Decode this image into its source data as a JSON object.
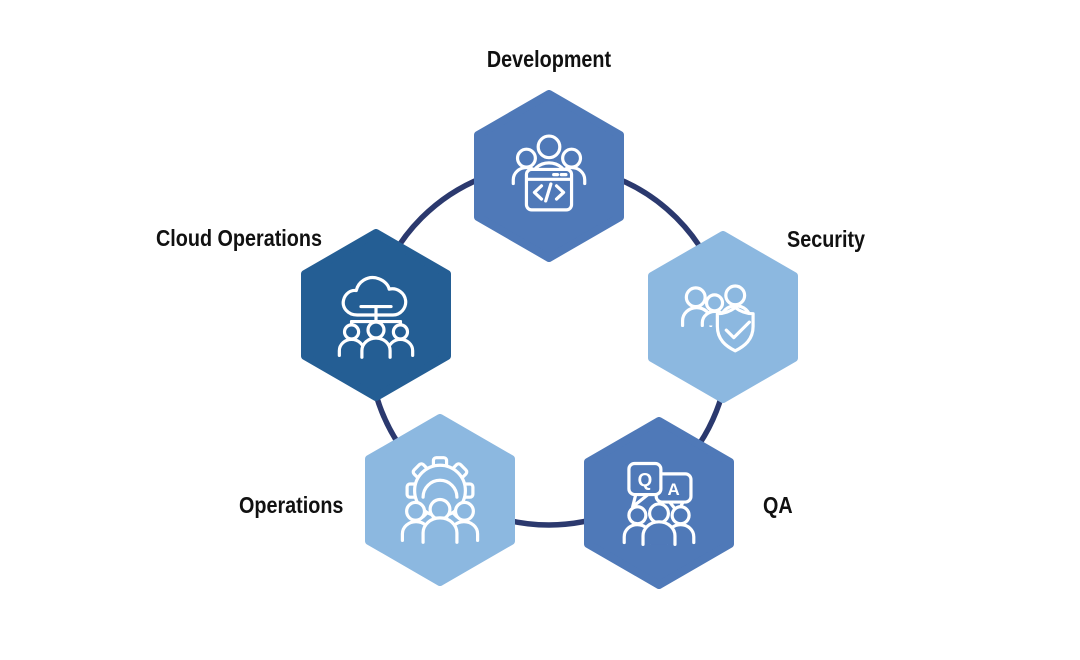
{
  "canvas": {
    "background": "#ffffff"
  },
  "diagram": {
    "type": "cycle",
    "connector": {
      "color": "#2b396e",
      "stroke_width": 5.5
    },
    "label_color": "#111111",
    "nodes": [
      {
        "id": "development",
        "label": "Development",
        "color": "#4f79b8",
        "icon": "team-code-window-icon",
        "position": "top"
      },
      {
        "id": "security",
        "label": "Security",
        "color": "#8cb8e0",
        "icon": "team-shield-check-icon",
        "position": "upper-right"
      },
      {
        "id": "qa",
        "label": "QA",
        "color": "#4f79b8",
        "icon": "team-qa-speech-bubbles-icon",
        "position": "lower-right"
      },
      {
        "id": "operations",
        "label": "Operations",
        "color": "#8cb8e0",
        "icon": "team-gear-icon",
        "position": "lower-left"
      },
      {
        "id": "cloud-operations",
        "label": "Cloud Operations",
        "color": "#245e94",
        "icon": "team-cloud-network-icon",
        "position": "upper-left"
      }
    ],
    "qa_bubble_letters": {
      "question": "Q",
      "answer": "A"
    }
  }
}
